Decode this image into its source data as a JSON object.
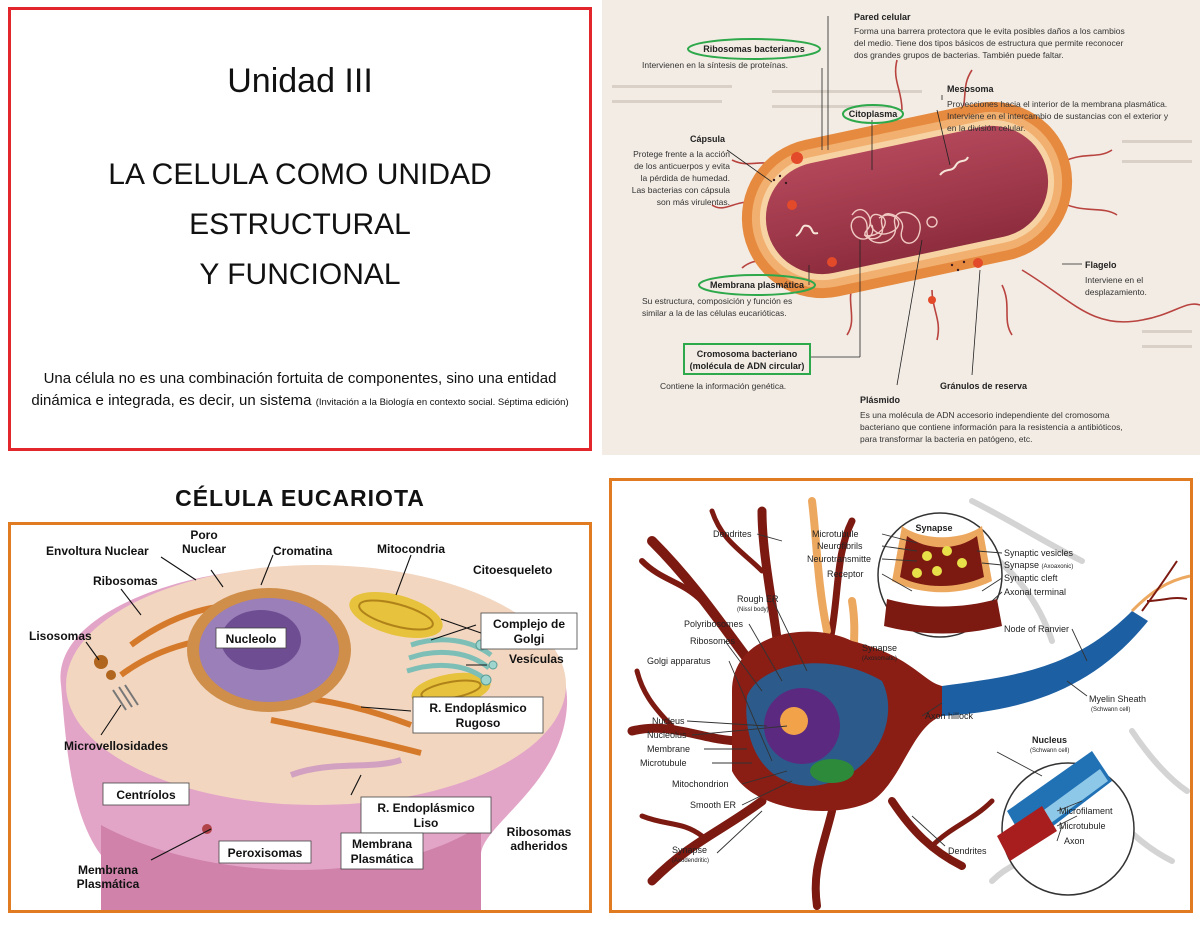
{
  "slide1": {
    "unit": "Unidad III",
    "title_line1": "LA CELULA COMO UNIDAD",
    "title_line2": "ESTRUCTURAL",
    "title_line3": "Y FUNCIONAL",
    "quote_line1": "Una célula no es una combinación fortuita de componentes, sino una entidad",
    "quote_line2": "dinámica e integrada, es decir, un sistema",
    "citation": "(Invitación a la Biología en contexto social. Séptima edición)"
  },
  "bacteria": {
    "pared_title": "Pared celular",
    "pared_desc1": "Forma una barrera protectora que le evita posibles daños a los cambios",
    "pared_desc2": "del medio. Tiene dos tipos básicos de estructura que permite reconocer",
    "pared_desc3": "dos grandes grupos de bacterias. También puede faltar.",
    "ribosomas_title": "Ribosomas bacterianos",
    "ribosomas_desc": "Intervienen en la síntesis de proteínas.",
    "mesosoma_title": "Mesosoma",
    "mesosoma_desc1": "Proyecciones hacia el interior de la membrana plasmática.",
    "mesosoma_desc2": "Interviene en el intercambio de sustancias con el exterior y",
    "mesosoma_desc3": "en la división celular.",
    "citoplasma_title": "Citoplasma",
    "capsula_title": "Cápsula",
    "capsula_desc1": "Protege frente a la acción",
    "capsula_desc2": "de los anticuerpos y evita",
    "capsula_desc3": "la pérdida de humedad.",
    "capsula_desc4": "Las bacterias con cápsula",
    "capsula_desc5": "son más virulentas.",
    "flagelo_title": "Flagelo",
    "flagelo_desc1": "Interviene en el",
    "flagelo_desc2": "desplazamiento.",
    "membrana_title": "Membrana plasmática",
    "membrana_desc1": "Su estructura, composición y función es",
    "membrana_desc2": "similar a la de las células eucarióticas.",
    "cromosoma_title1": "Cromosoma bacteriano",
    "cromosoma_title2": "(molécula de ADN circular)",
    "cromosoma_desc": "Contiene la información genética.",
    "granulos_title": "Gránulos de reserva",
    "plasmido_title": "Plásmido",
    "plasmido_desc1": "Es una molécula de ADN accesorio independiente del cromosoma",
    "plasmido_desc2": "bacteriano que contiene información para la resistencia a antibióticos,",
    "plasmido_desc3": "para transformar la bacteria en patógeno, etc."
  },
  "eukaryote": {
    "title": "CÉLULA  EUCARIOTA",
    "envoltura": "Envoltura Nuclear",
    "poro1": "Poro",
    "poro2": "Nuclear",
    "cromatina": "Cromatina",
    "mitocondria": "Mitocondria",
    "ribosomas": "Ribosomas",
    "citoesqueleto": "Citoesqueleto",
    "lisosomas": "Lisosomas",
    "nucleolo": "Nucleolo",
    "golgi1": "Complejo de",
    "golgi2": "Golgi",
    "vesiculas": "Vesículas",
    "rer1": "R. Endoplásmico",
    "rer2": "Rugoso",
    "microvellosidades": "Microvellosidades",
    "centriolos": "Centríolos",
    "rel1": "R. Endoplásmico",
    "rel2": "Liso",
    "peroxisomas": "Peroxisomas",
    "membrana1": "Membrana",
    "membrana2": "Plasmática",
    "membrana_b1": "Membrana",
    "membrana_b2": "Plasmática",
    "ribo_adh1": "Ribosomas",
    "ribo_adh2": "adheridos"
  },
  "neuron": {
    "dendrites": "Dendrites",
    "microtubule": "Microtubule",
    "neurofibrils": "Neurofibrils",
    "neurotransmitter": "Neurotransmitte",
    "receptor": "Receptor",
    "synapse": "Synapse",
    "synaptic_vesicles": "Synaptic vesicles",
    "synapse_axo": "Synapse",
    "synapse_axo_sub": "(Axoaxonic)",
    "synaptic_cleft": "Synaptic cleft",
    "axonal_terminal": "Axonal terminal",
    "rough_er": "Rough ER",
    "nissl": "(Nissl body)",
    "polyribosomes": "Polyribosomes",
    "ribosomes": "Ribosomes",
    "golgi": "Golgi apparatus",
    "synapse_axosomatic": "Synapse",
    "synapse_axosomatic_sub": "(Axosomatic)",
    "node_ranvier": "Node of Ranvier",
    "myelin": "Myelin Sheath",
    "myelin_sub": "(Schwann cell)",
    "axon_hillock": "Axon hillock",
    "nucleus": "Nucleus",
    "nucleolus": "Nucleolus",
    "membrane": "Membrane",
    "microtubule2": "Microtubule",
    "mitochondrion": "Mitochondrion",
    "smooth_er": "Smooth ER",
    "synapse_axodendritic": "Synapse",
    "synapse_axodendritic_sub": "(Axodendritic)",
    "schwann_nucleus": "Nucleus",
    "schwann_nucleus_sub": "(Schwann cell)",
    "microfilament": "Microfilament",
    "microtubule3": "Microtubule",
    "axon": "Axon",
    "dendrites2": "Dendrites"
  }
}
